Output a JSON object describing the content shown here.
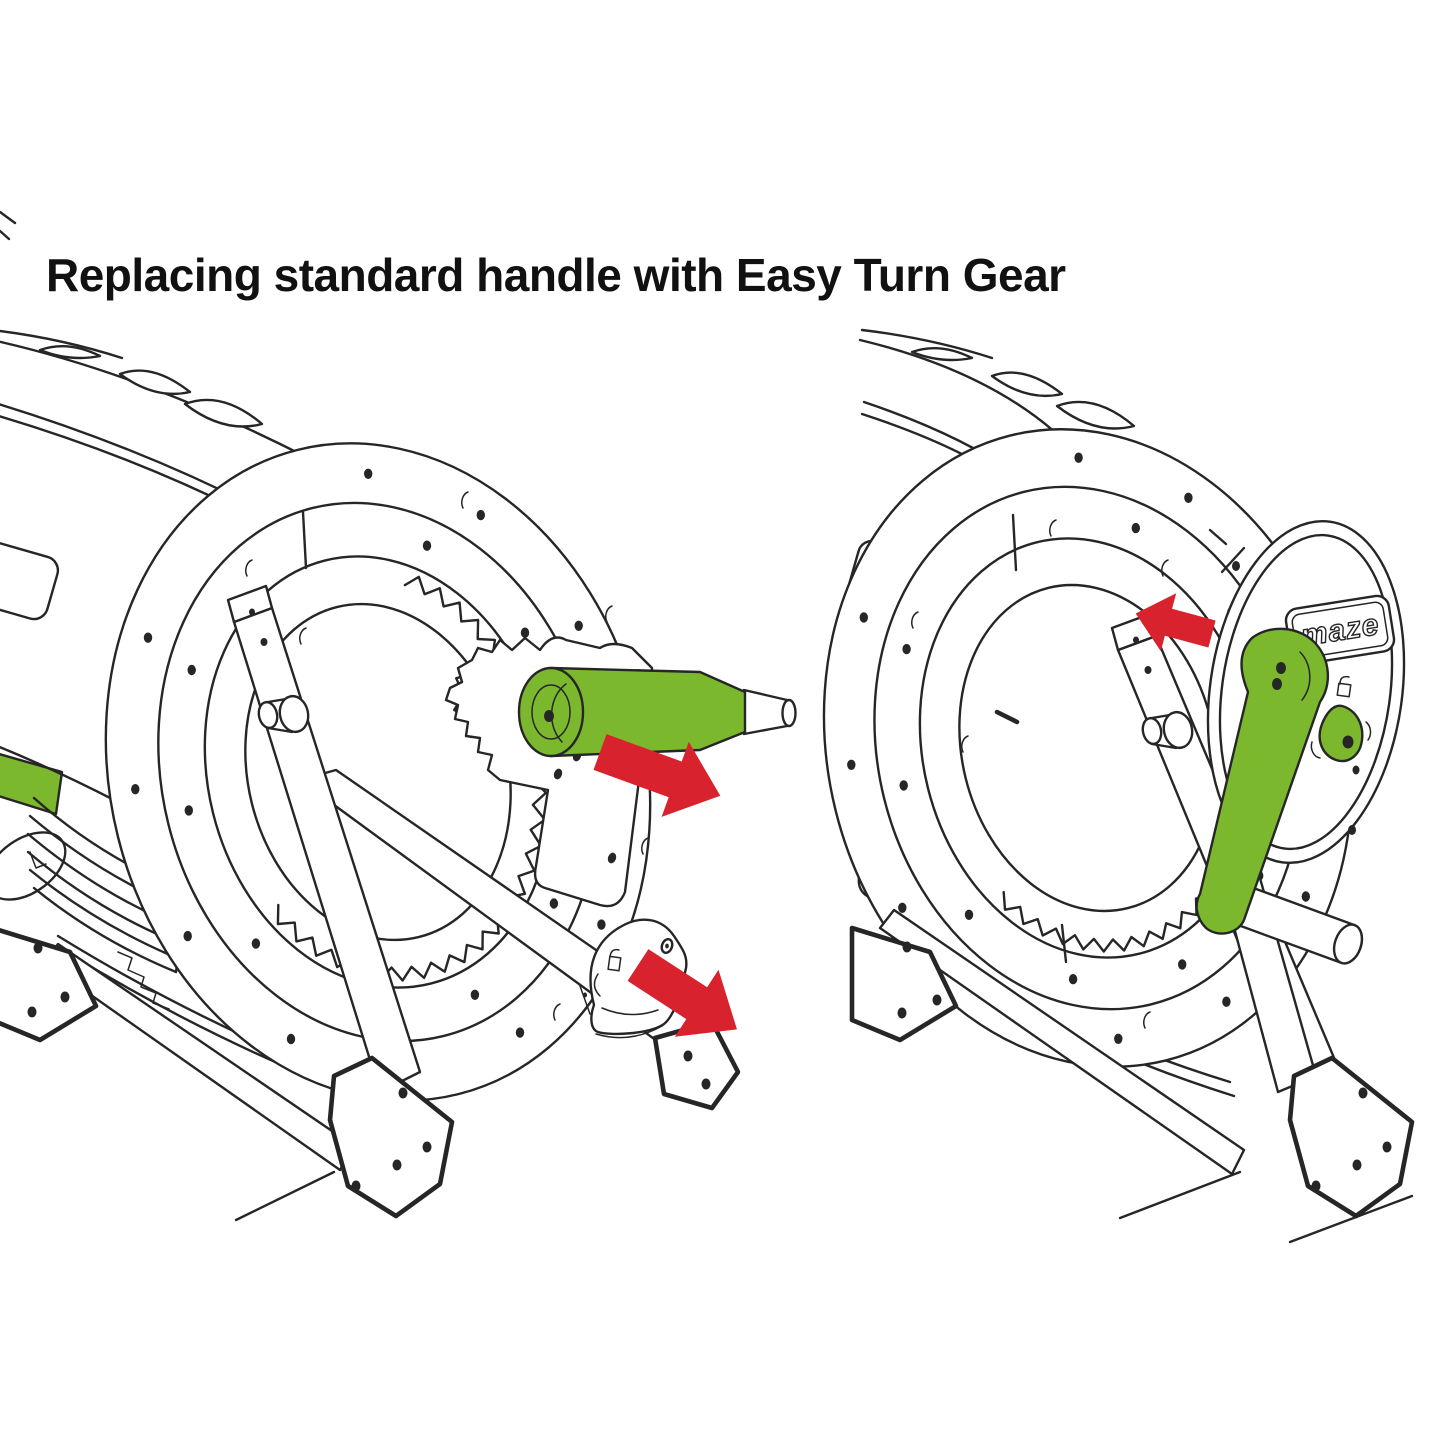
{
  "title": "Replacing standard handle with Easy Turn Gear",
  "colors": {
    "background": "#ffffff",
    "line": "#262626",
    "accent_green": "#7cb82e",
    "arrow_red": "#d8232e"
  },
  "panels": {
    "left": {
      "id": "remove-standard-handle",
      "arrows": [
        {
          "name": "arrow-remove-handle-icon",
          "direction": "down-right"
        },
        {
          "name": "arrow-remove-cover-icon",
          "direction": "down-right"
        }
      ]
    },
    "right": {
      "id": "install-easy-turn-gear",
      "brand_label": "maze",
      "arrows": [
        {
          "name": "arrow-install-gear-icon",
          "direction": "left"
        }
      ]
    }
  }
}
